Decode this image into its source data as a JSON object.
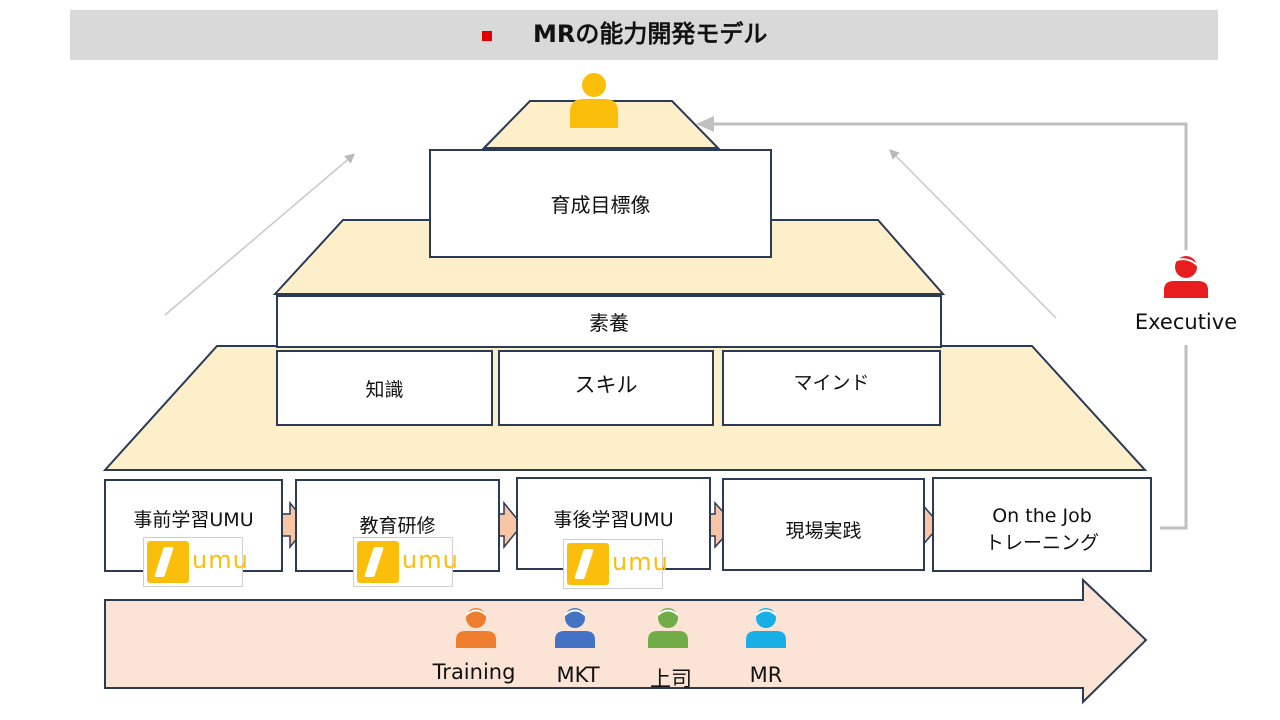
{
  "header": {
    "title": "MRの能力開発モデル",
    "bullet_color": "#e00000",
    "bar_color": "#d9d9d9"
  },
  "pyramid": {
    "goal_label": "育成目標像",
    "culture_label": "素養",
    "pillars": [
      "知識",
      "スキル",
      "マインド"
    ],
    "fill_color": "#fcefc9",
    "outline_color": "#2b3a55"
  },
  "process": {
    "stages": [
      {
        "label": "事前学習UMU",
        "has_umu_logo": true
      },
      {
        "label": "教育研修",
        "has_umu_logo": true
      },
      {
        "label": "事後学習UMU",
        "has_umu_logo": true
      },
      {
        "label": "現場実践",
        "has_umu_logo": false
      },
      {
        "label": "On the Job\nトレーニング",
        "has_umu_logo": false
      }
    ],
    "connector_color": "#f8c5a5",
    "umu_logo_text": "umu",
    "umu_color": "#fbbf0b"
  },
  "executive": {
    "label": "Executive",
    "icon": "person-icon",
    "color": "#e81e1e"
  },
  "top_person": {
    "icon": "person-icon",
    "color": "#fbbf0b"
  },
  "roles": [
    {
      "label": "Training",
      "icon": "person-icon",
      "color": "#ef7d2e"
    },
    {
      "label": "MKT",
      "icon": "person-icon",
      "color": "#4472c4"
    },
    {
      "label": "上司",
      "icon": "person-icon",
      "color": "#70ad47"
    },
    {
      "label": "MR",
      "icon": "person-icon",
      "color": "#1aaee6"
    }
  ],
  "band": {
    "fill_color": "#fbe4d6",
    "outline_color": "#2b3a55"
  }
}
